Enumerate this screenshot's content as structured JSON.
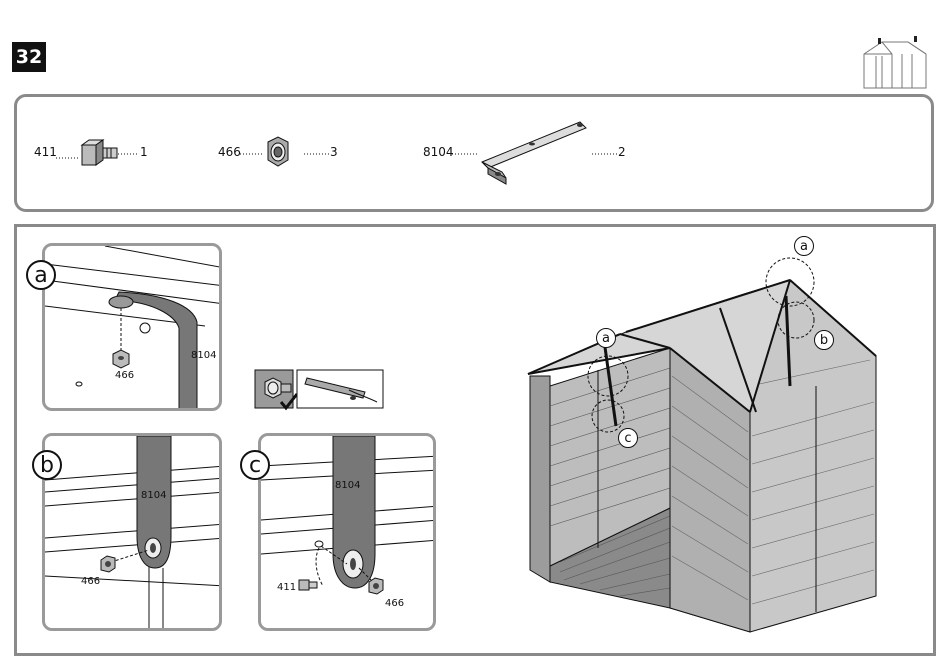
{
  "step": {
    "number": "32"
  },
  "parts": [
    {
      "code": "411",
      "qty": "1",
      "icon": "bolt-icon"
    },
    {
      "code": "466",
      "qty": "3",
      "icon": "nut-icon"
    },
    {
      "code": "8104",
      "qty": "2",
      "icon": "strap-icon"
    }
  ],
  "details": {
    "a": {
      "callout": "a",
      "part_label": "8104",
      "nut_label": "466"
    },
    "b": {
      "callout": "b",
      "part_label": "8104",
      "nut_label": "466"
    },
    "c": {
      "callout": "c",
      "part_label": "8104",
      "bolt_label": "411",
      "nut_label": "466"
    }
  },
  "shed_callouts": {
    "a_top": "a",
    "a_left": "a",
    "b": "b",
    "c": "c"
  }
}
